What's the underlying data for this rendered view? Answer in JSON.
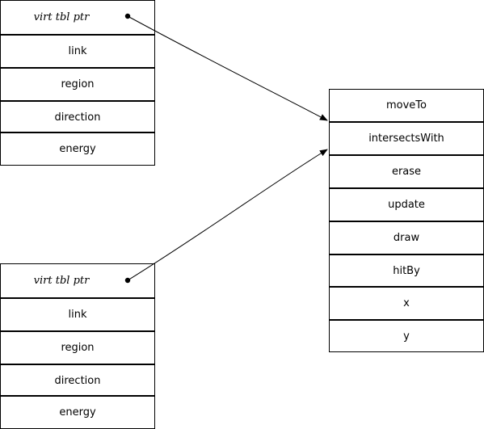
{
  "object_a": {
    "fields": [
      "virt tbl ptr",
      "link",
      "region",
      "direction",
      "energy"
    ]
  },
  "object_b": {
    "fields": [
      "virt tbl ptr",
      "link",
      "region",
      "direction",
      "energy"
    ]
  },
  "vtable": {
    "methods": [
      "moveTo",
      "intersectsWith",
      "erase",
      "update",
      "draw",
      "hitBy",
      "x",
      "y"
    ]
  }
}
